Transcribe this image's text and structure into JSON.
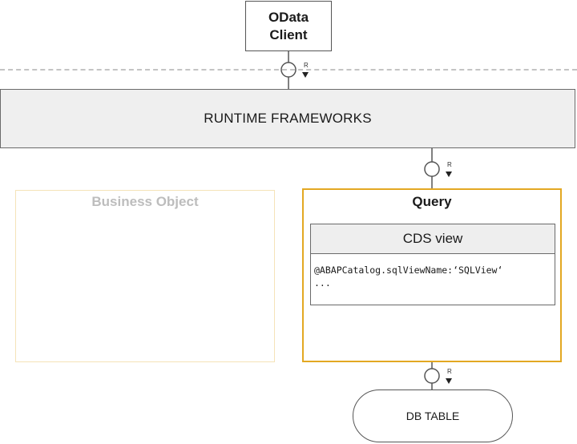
{
  "client": {
    "line1": "OData",
    "line2": "Client"
  },
  "runtime": {
    "label": "RUNTIME FRAMEWORKS"
  },
  "business_object": {
    "title": "Business Object"
  },
  "query": {
    "title": "Query",
    "cds_view": {
      "header": "CDS view",
      "code_line1": "@ABAPCatalog.sqlViewName:‘SQLView‘",
      "code_line2": "..."
    }
  },
  "db_table": {
    "label": "DB TABLE"
  },
  "connector": {
    "request_marker": "R"
  },
  "colors": {
    "query_border": "#e3a822",
    "business_object_border": "#f5e3b8",
    "runtime_fill": "#efefef",
    "separator": "#c4c4c4"
  }
}
